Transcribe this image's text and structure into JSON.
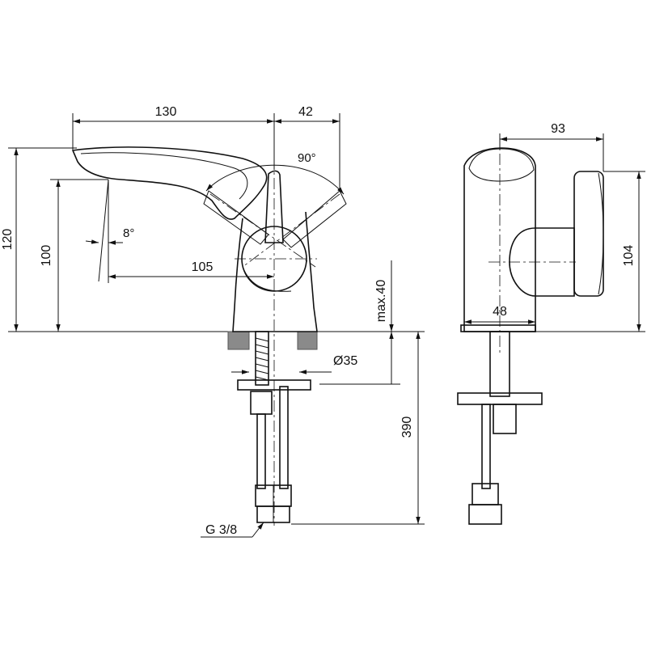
{
  "dimensions": {
    "spout_length": "130",
    "lever_offset": "42",
    "lever_angle": "90°",
    "spout_tilt": "8°",
    "height_total": "120",
    "spout_height": "100",
    "spout_reach": "105",
    "deck_thickness": "max.40",
    "hole_diameter": "Ø35",
    "hose_length": "390",
    "connection_thread": "G 3/8",
    "side_depth": "93",
    "side_height": "104",
    "base_width": "48"
  }
}
